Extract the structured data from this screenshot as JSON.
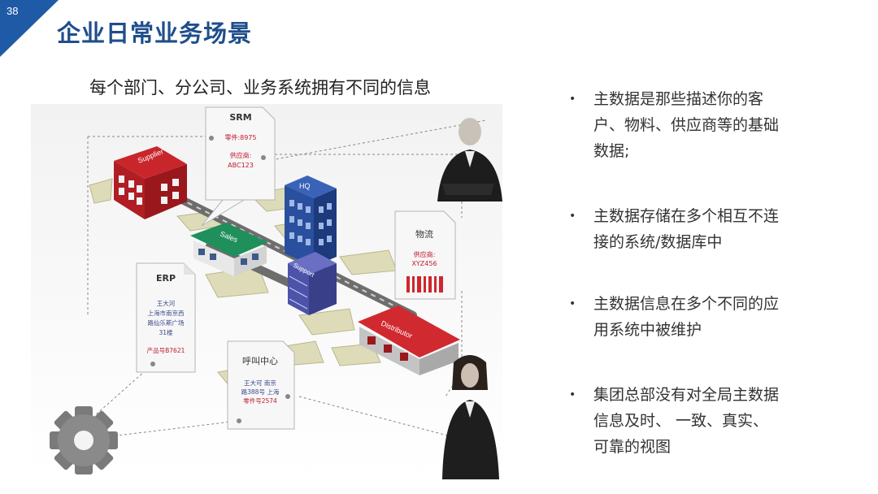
{
  "slide": {
    "page_number": "38",
    "title": "企业日常业务场景",
    "subtitle": "每个部门、分公司、业务系统拥有不同的信息",
    "accent_color": "#1f5aa6"
  },
  "diagram": {
    "buildings": {
      "supplier": "Supplier",
      "hq": "HQ",
      "sales": "Sales",
      "support": "Support",
      "distributor": "Distributor"
    },
    "cards": {
      "srm": {
        "title": "SRM",
        "line1": "零件:8975",
        "line2": "供应商:",
        "line3": "ABC123"
      },
      "logistics": {
        "title": "物流",
        "line1": "供应商:",
        "line2": "XYZ456"
      },
      "erp": {
        "title": "ERP",
        "line1": "王大河",
        "line2": "上海市南京西",
        "line3": "路仙乐斯广场",
        "line4": "31楼",
        "line5": "产品号B7621"
      },
      "callcenter": {
        "title": "呼叫中心",
        "line1": "王大可 南京",
        "line2": "路388号 上海",
        "line3": "零件号2574"
      }
    }
  },
  "bullets": [
    {
      "marker": "•",
      "text": "主数据是那些描述你的客户、物料、供应商等的基础数据;"
    },
    {
      "marker": "•",
      "text": "主数据存储在多个相互不连接的系统/数据库中"
    },
    {
      "marker": "•",
      "text": "主数据信息在多个不同的应用系统中被维护"
    },
    {
      "marker": "•",
      "text": "集团总部没有对全局主数据信息及时、  一致、真实、可靠的视图"
    }
  ]
}
